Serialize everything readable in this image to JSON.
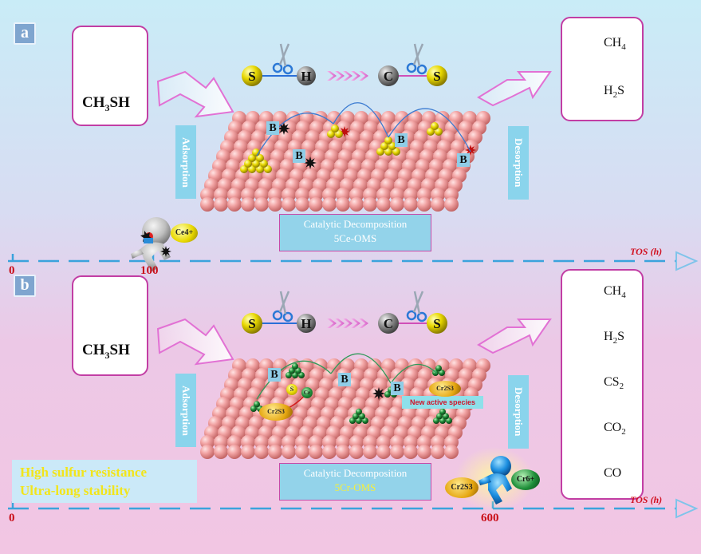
{
  "panel_a": {
    "letter": "a",
    "reactant": {
      "formula": "CH3SH"
    },
    "bond_atoms": {
      "s": "S",
      "h": "H",
      "c": "C",
      "s2": "S"
    },
    "adsorption": "Adsorption",
    "desorption": "Desorption",
    "catalyst_label": {
      "line1": "Catalytic Decomposition",
      "line2": "5Ce-OMS"
    },
    "site_label": "B",
    "ion_label": "Ce4+",
    "products": [
      "CH4",
      "H2S"
    ],
    "axis": {
      "label": "TOS (h)",
      "start": "0",
      "mark": "100"
    }
  },
  "panel_b": {
    "letter": "b",
    "reactant": {
      "formula": "CH3SH"
    },
    "bond_atoms": {
      "s": "S",
      "h": "H",
      "c": "C",
      "s2": "S"
    },
    "adsorption": "Adsorption",
    "desorption": "Desorption",
    "catalyst_label": {
      "line1": "Catalytic Decomposition",
      "line2": "5Cr-OMS"
    },
    "site_label": "B",
    "new_species": "New active species",
    "species": {
      "cr2s3": "Cr2S3",
      "s": "S",
      "cr": "Cr",
      "cr6": "Cr6+"
    },
    "highlights": [
      "High sulfur resistance",
      "Ultra-long stability"
    ],
    "products": [
      "CH4",
      "H2S",
      "CS2",
      "CO2",
      "CO"
    ],
    "axis": {
      "label": "TOS (h)",
      "start": "0",
      "mark": "600"
    }
  },
  "colors": {
    "accent_magenta": "#c23ea4",
    "label_blue": "#8ad4ec",
    "axis_blue": "#3aa3dc",
    "axis_red": "#d10f1f",
    "sulfur_yellow": "#e8d800",
    "chromium_green": "#1f8f3a"
  },
  "icons": [
    "scissors-icon",
    "double-chevron-arrow-icon",
    "hollow-arrow-icon",
    "running-figure-icon"
  ]
}
